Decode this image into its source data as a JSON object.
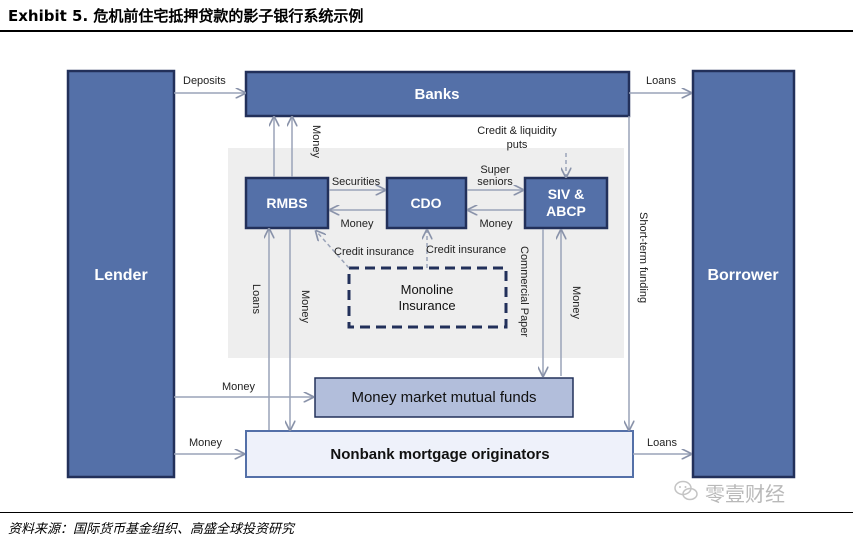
{
  "header": {
    "title": "Exhibit 5. 危机前住宅抵押贷款的影子银行系统示例"
  },
  "footer": {
    "source": "资料来源：国际货币基金组织、高盛全球投资研究",
    "watermark": "零壹财经"
  },
  "nodes": {
    "lender": "Lender",
    "borrower": "Borrower",
    "banks": "Banks",
    "rmbs": "RMBS",
    "cdo": "CDO",
    "siv_line1": "SIV &",
    "siv_line2": "ABCP",
    "monoline_line1": "Monoline",
    "monoline_line2": "Insurance",
    "mmmf": "Money market mutual funds",
    "nonbank": "Nonbank mortgage originators"
  },
  "edges": {
    "deposits": "Deposits",
    "loans_top": "Loans",
    "money_banks_rmbs": "Money",
    "credit_liquidity_line1": "Credit & liquidity",
    "credit_liquidity_line2": "puts",
    "securities": "Securities",
    "super_seniors_line1": "Super",
    "super_seniors_line2": "seniors",
    "money_cdo_rmbs": "Money",
    "money_siv_cdo": "Money",
    "credit_insurance_1": "Credit insurance",
    "credit_insurance_2": "Credit insurance",
    "short_term_funding": "Short-term funding",
    "commercial_paper": "Commercial Paper",
    "money_mmmf_siv": "Money",
    "loans_rmbs": "Loans",
    "money_rmbs_nonbank": "Money",
    "money_lender_mmmf": "Money",
    "money_lender_nonbank": "Money",
    "loans_bottom": "Loans"
  },
  "colors": {
    "box_dark": "#5470a8",
    "box_border": "#22305a",
    "panel_bg": "#eeeeee",
    "mmmf_fill": "#b2bedb",
    "nonbank_fill": "#eef1fa",
    "arrow": "#9aa3b8"
  }
}
